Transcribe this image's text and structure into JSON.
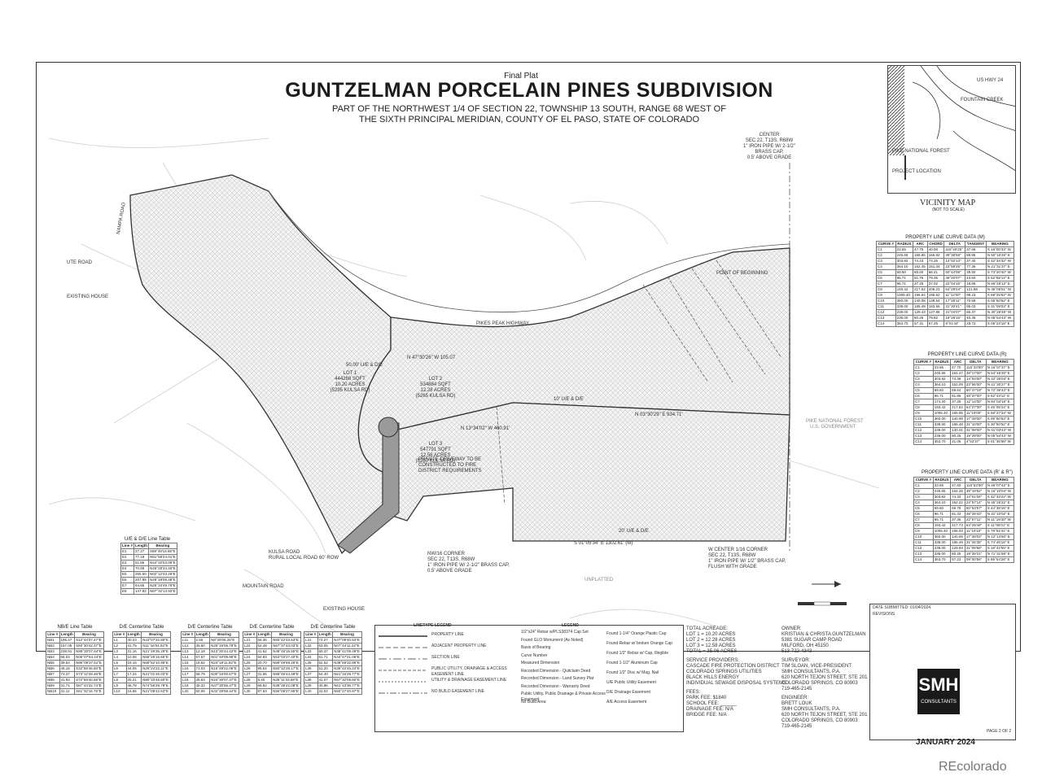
{
  "header": {
    "final_plat": "Final Plat",
    "title": "GUNTZELMAN PORCELAIN PINES SUBDIVISION",
    "subtitle_line1": "PART OF THE NORTHWEST 1/4 OF SECTION 22, TOWNSHIP 13 SOUTH, RANGE 68 WEST OF",
    "subtitle_line2": "THE SIXTH PRINCIPAL MERIDIAN, COUNTY OF EL PASO, STATE OF COLORADO"
  },
  "map_labels": {
    "pikes_peak_highway": "PIKES PEAK HIGHWAY",
    "point_of_beginning": "POINT OF BEGINNING",
    "lot1": "LOT 1",
    "lot1_sqft": "444268 SQFT",
    "lot1_acres": "10.20 ACRES",
    "lot1_addr": "(5295 KULSA RD)",
    "lot2": "LOT 2",
    "lot2_sqft": "534884 SQFT",
    "lot2_acres": "12.28 ACRES",
    "lot2_addr": "(5265 KULSA RD)",
    "lot3": "LOT 3",
    "lot3_sqft": "547791 SQFT",
    "lot3_acres": "12.58 ACRES",
    "lot3_addr": "(5260 KULSA RD)",
    "driveway1": "PRIVATE DRIVEWAY TO BE",
    "driveway2": "CONSTRUCTED TO FIRE",
    "driveway3": "DISTRICT REQUIREMENTS",
    "ute_road": "UTE ROAD",
    "existing_house": "EXISTING HOUSE",
    "existing_house2": "EXISTING HOUSE",
    "kulsa_road": "KULSA ROAD",
    "kulsa_sub": "RURAL LOCAL ROAD 60' ROW",
    "mountain_road": "MOUNTAIN ROAD",
    "nampa_road": "NAMPA ROAD",
    "center_label1": "CENTER",
    "center_label2": "SEC 22, T13S, R68W",
    "center_label3": "1\" IRON PIPE W/ 2-1/2\"",
    "center_label4": "BRASS CAP,",
    "center_label5": "0.5' ABOVE GRADE",
    "nw16_1": "NW/16 CORNER",
    "nw16_2": "SEC 22, T13S, R68W",
    "nw16_3": "1\" IRON PIPE W/ 2-1/2\" BRASS CAP,",
    "nw16_4": "0.5' ABOVE GRADE",
    "wcenter_1": "W CENTER 1/16 CORNER",
    "wcenter_2": "SEC 22, T13S, R68W",
    "wcenter_3": "1\" IRON PIPE W/ 1/2\" BRASS CAP,",
    "wcenter_4": "FLUSH WITH GRADE",
    "unplatted": "UNPLATTED",
    "pike_forest": "PIKE NATIONAL FOREST",
    "us_gov": "U.S. GOVERNMENT",
    "bearing_south": "S 01°05'34\" E  1302.61' (M)",
    "bearing_east": "N 03°30'29\" E  934.71'",
    "line_13": "N 13°34'02\" W  460.91'",
    "line_47": "N 47°30'26\" W  105.07",
    "ue_de": "20' U/E & D/E",
    "ue_de_50": "50.00' U/E & D/E",
    "ue_de_10": "10' U/E & D/E"
  },
  "vicinity": {
    "title": "VICINITY MAP",
    "scale": "(NOT TO SCALE)",
    "forest": "PIKE NATIONAL FOREST",
    "project": "PROJECT LOCATION",
    "road1": "FOUNTAIN CREEK",
    "road2": "US HWY 24"
  },
  "curve_table_m": {
    "title": "PROPERTY LINE CURVE DATA (M)",
    "headers": [
      "CURVE #",
      "RADIUS",
      "ARC",
      "CHORD",
      "DELTA",
      "TANGENT",
      "BEARING"
    ],
    "rows": [
      [
        "C1",
        "23.65",
        "47.75",
        "40.06",
        "115°40'25\"",
        "37.68",
        "S 16°00'33\" W"
      ],
      [
        "C2",
        "245.65",
        "168.86",
        "166.82",
        "39°38'58\"",
        "88.95",
        "N 50°16'26\" E"
      ],
      [
        "C3",
        "303.82",
        "74.43",
        "74.25",
        "14°02'13\"",
        "37.40",
        "S 42°34'32\" W"
      ],
      [
        "C4",
        "364.10",
        "152.45",
        "151.34",
        "23°59'25\"",
        "77.36",
        "N 21°31'37\" E"
      ],
      [
        "C5",
        "69.60",
        "68.60",
        "66.41",
        "60°44'08\"",
        "39.90",
        "S 73°20'40\" W"
      ],
      [
        "C6",
        "96.71",
        "61.76",
        "79.35",
        "46°20'07\"",
        "43.50",
        "S 62°55'12\" E"
      ],
      [
        "C7",
        "96.71",
        "37.25",
        "37.02",
        "22°04'15\"",
        "18.86",
        "N 66°45'12\" E"
      ],
      [
        "C8",
        "193.42",
        "217.62",
        "206.23",
        "64°28'04\"",
        "121.88",
        "N 45°06'51\" W"
      ],
      [
        "C9",
        "1005.40",
        "196.64",
        "195.52",
        "11°12'00\"",
        "98.23",
        "S 68°25'52\" W"
      ],
      [
        "C10",
        "360.00",
        "140.08",
        "139.54",
        "17°28'11\"",
        "70.59",
        "S 05°50'52\" E"
      ],
      [
        "C11",
        "338.00",
        "185.48",
        "183.56",
        "31°30'41\"",
        "95.03",
        "S 31°09'03\" E"
      ],
      [
        "C12",
        "239.00",
        "129.43",
        "127.86",
        "31°04'07\"",
        "66.37",
        "N 30°28'48\" W"
      ],
      [
        "C13",
        "236.00",
        "80.25",
        "79.82",
        "19°28'15\"",
        "40.45",
        "N 05°54'43\" W"
      ],
      [
        "C14",
        "363.70",
        "57.31",
        "57.25",
        "9°01'44\"",
        "28.72",
        "S 05°24'18\" E"
      ]
    ]
  },
  "curve_table_r": {
    "title": "PROPERTY LINE CURVE DATA (R)",
    "headers": [
      "CURVE #",
      "RADIUS",
      "ARC",
      "DELTA",
      "BEARING"
    ],
    "rows": [
      [
        "C1",
        "23.65",
        "47.70",
        "115°33'00\"",
        "N 16°07'37\" E"
      ],
      [
        "C2",
        "245.65",
        "164.27",
        "38°17'00\"",
        "N 54°45'30\" E"
      ],
      [
        "C3",
        "303.82",
        "74.36",
        "14°04'00\"",
        "N 42°35'03\" E"
      ],
      [
        "C4",
        "364.10",
        "152.09",
        "23°56'00\"",
        "N 21°30'27\" E"
      ],
      [
        "C5",
        "69.60",
        "69.64",
        "60°47'19\"",
        "N 72°36'43\" E"
      ],
      [
        "C6",
        "96.71",
        "81.85",
        "48°37'00\"",
        "S 62°43'11\" E"
      ],
      [
        "C7",
        "174.20",
        "37.29",
        "12°14'00\"",
        "N 84°04'18\" E"
      ],
      [
        "C8",
        "193.42",
        "217.62",
        "64°27'00\"",
        "S 45°05'24\" E"
      ],
      [
        "C9",
        "1005.40",
        "195.95",
        "11°10'00\"",
        "S 58°27'34\" W"
      ],
      [
        "C10",
        "360.00",
        "140.08",
        "17°28'00\"",
        "S 05°50'53\" E"
      ],
      [
        "C11",
        "338.00",
        "185.48",
        "31°10'00\"",
        "S 30°50'52\" E"
      ],
      [
        "C12",
        "239.00",
        "130.31",
        "31°08'00\"",
        "N 31°03'43\" W"
      ],
      [
        "C13",
        "236.00",
        "80.25",
        "19°28'00\"",
        "N 05°54'43\" W"
      ],
      [
        "C14",
        "363.70",
        "31.06",
        "4°53'37\"",
        "S 01°36'58\" W"
      ]
    ]
  },
  "curve_table_rr": {
    "title": "PROPERTY LINE CURVE DATA (R' & R'')",
    "headers": [
      "CURVE #",
      "RADIUS",
      "ARC",
      "DELTA",
      "BEARING"
    ],
    "rows": [
      [
        "C1",
        "23.65",
        "47.83",
        "115°53'00\"",
        "N 46°07'42\" E"
      ],
      [
        "C2",
        "245.65",
        "164.26",
        "38°18'52\"",
        "N 16°10'04\" W"
      ],
      [
        "C3",
        "303.82",
        "74.33",
        "14°01'04\"",
        "S 42°33'22\" W"
      ],
      [
        "C4",
        "364.10",
        "152.22",
        "23°57'14\"",
        "N 45°26'22\" E"
      ],
      [
        "C5",
        "69.60",
        "69.78",
        "60°53'57\"",
        "S 44°38'16\" E"
      ],
      [
        "C6",
        "96.71",
        "81.33",
        "48°28'43\"",
        "N 31°10'02\" E"
      ],
      [
        "C7",
        "96.71",
        "37.36",
        "22°07'11\"",
        "N 11°19'30\" W"
      ],
      [
        "C8",
        "193.42",
        "217.73",
        "64°29'49\"",
        "S 11°06'01\" E"
      ],
      [
        "C9",
        "1005.40",
        "196.03",
        "11°10'10\"",
        "S 78°52'41\" E"
      ],
      [
        "C10",
        "360.00",
        "140.06",
        "17°28'03\"",
        "N 12°14'50\" E"
      ],
      [
        "C11",
        "338.00",
        "185.49",
        "31°26'35\"",
        "S 74°46'16\" E"
      ],
      [
        "C12",
        "239.00",
        "129.93",
        "31°08'56\"",
        "S 19°42'55\" E"
      ],
      [
        "C13",
        "236.00",
        "80.25",
        "19°28'21\"",
        "N 71°31'58\" E"
      ],
      [
        "C14",
        "363.70",
        "57.23",
        "09°00'56\"",
        "S 66°54'28\" E"
      ]
    ]
  },
  "ue_table": {
    "title": "U/E & D/E Line Table",
    "headers": [
      "Line #",
      "Length",
      "Bearing"
    ],
    "rows": [
      [
        "E1",
        "27.27",
        "S89°48'16.86\"E"
      ],
      [
        "E2",
        "77.19",
        "N81°58'24.01\"E"
      ],
      [
        "E3",
        "51.86",
        "N44°32'03.05\"E"
      ],
      [
        "E4",
        "70.69",
        "N45°28'34.46\"E"
      ],
      [
        "E5",
        "255.50",
        "N02°12'33.26\"E"
      ],
      [
        "E6",
        "207.95",
        "N45°18'08.48\"E"
      ],
      [
        "E7",
        "64.65",
        "N25°34'49.76\"E"
      ],
      [
        "E8",
        "147.82",
        "N87°32'13.92\"E"
      ]
    ]
  },
  "small_tables": [
    {
      "title": "NB/E Line Table",
      "headers": [
        "Line #",
        "Length",
        "Bearing"
      ],
      "rows": [
        [
          "NB1",
          "195.47",
          "S12°44'37.47\"E"
        ],
        [
          "NB2",
          "157.05",
          "S50°30'42.37\"E"
        ],
        [
          "NB3",
          "238.91",
          "N89°30'07.64\"E"
        ],
        [
          "NB4",
          "66.03",
          "N06°07'54.44\"E"
        ],
        [
          "NB5",
          "39.54",
          "N86°09'37.51\"E"
        ],
        [
          "NB6",
          "46.18",
          "S32°58'46.60\"E"
        ],
        [
          "NB7",
          "73.37",
          "S73°12'28.46\"E"
        ],
        [
          "NB8",
          "41.93",
          "S72°59'40.56\"E"
        ],
        [
          "NB9",
          "31.71",
          "S67°44'32.74\"E"
        ],
        [
          "NB10",
          "31.11",
          "S61°32'16.76\"E"
        ]
      ]
    },
    {
      "title": "D/E Centerline Table",
      "headers": [
        "Line #",
        "Length",
        "Bearing"
      ],
      "rows": [
        [
          "L1",
          "40.23",
          "N43°07'32.80\"E"
        ],
        [
          "L2",
          "41.75",
          "N11°16'04.03\"E"
        ],
        [
          "L3",
          "31.16",
          "N21°49'36.29\"E"
        ],
        [
          "L4",
          "10.06",
          "N66°26'16.65\"E"
        ],
        [
          "L5",
          "19.15",
          "N68°52'10.95\"E"
        ],
        [
          "L6",
          "44.05",
          "N26°24'22.11\"E"
        ],
        [
          "L7",
          "17.24",
          "N21°01'45.03\"E"
        ],
        [
          "L8",
          "25.21",
          "N80°33'46.50\"E"
        ],
        [
          "L9",
          "46.78",
          "N74°56'29.79\"E"
        ],
        [
          "L10",
          "16.66",
          "N21°08'42.53\"E"
        ]
      ]
    },
    {
      "title": "D/E Centerline Table",
      "headers": [
        "Line #",
        "Length",
        "Bearing"
      ],
      "rows": [
        [
          "L11",
          "2.56",
          "N8°28'06.26\"E"
        ],
        [
          "L12",
          "36.60",
          "N29°16'06.78\"E"
        ],
        [
          "L13",
          "12.18",
          "N13°30'44.42\"E"
        ],
        [
          "L14",
          "57.67",
          "N01°40'08.98\"E"
        ],
        [
          "L15",
          "18.62",
          "N24°18'11.62\"E"
        ],
        [
          "L16",
          "71.03",
          "N15°49'22.06\"E"
        ],
        [
          "L17",
          "58.79",
          "N30°16'00.57\"E"
        ],
        [
          "L18",
          "39.63",
          "N24°30'07.37\"E"
        ],
        [
          "L19",
          "45.32",
          "N47°30'55.47\"E"
        ],
        [
          "L20",
          "50.06",
          "N42°28'58.44\"E"
        ]
      ]
    },
    {
      "title": "D/E Centerline Table",
      "headers": [
        "Line #",
        "Length",
        "Bearing"
      ],
      "rows": [
        [
          "L21",
          "56.35",
          "N55°42'43.53\"E"
        ],
        [
          "L22",
          "52.48",
          "N67°37'43.03\"E"
        ],
        [
          "L23",
          "41.62",
          "N48°48'16.55\"E"
        ],
        [
          "L24",
          "50.93",
          "N53°03'27.40\"E"
        ],
        [
          "L25",
          "20.70",
          "N59°49'59.28\"E"
        ],
        [
          "L26",
          "95.52",
          "N50°12'28.17\"E"
        ],
        [
          "L27",
          "31.65",
          "N58°46'44.49\"E"
        ],
        [
          "L28",
          "8.40",
          "N35°11'33.58\"E"
        ],
        [
          "L29",
          "66.92",
          "N38°36'42.08\"E"
        ],
        [
          "L30",
          "87.63",
          "N56°06'27.95\"E"
        ]
      ]
    },
    {
      "title": "D/E Centerline Table",
      "headers": [
        "Line #",
        "Length",
        "Bearing"
      ],
      "rows": [
        [
          "L31",
          "72.27",
          "N47°09'40.53\"E"
        ],
        [
          "L32",
          "63.05",
          "N07°44'11.22\"E"
        ],
        [
          "L33",
          "60.37",
          "N38°41'09.49\"E"
        ],
        [
          "L34",
          "61.71",
          "N44°47'21.06\"E"
        ],
        [
          "L35",
          "52.52",
          "N38°59'32.86\"E"
        ],
        [
          "L36",
          "51.20",
          "N36°42'45.24\"E"
        ],
        [
          "L37",
          "54.40",
          "N61°16'28.77\"E"
        ],
        [
          "L38",
          "41.07",
          "N57°32'09.92\"E"
        ],
        [
          "L39",
          "40.86",
          "N61°43'36.77\"E"
        ],
        [
          "L40",
          "22.02",
          "N60°27'40.97\"E"
        ]
      ]
    }
  ],
  "legend": {
    "linetype_title": "LINETYPE LEGEND",
    "linetypes": [
      "PROPERTY LINE",
      "ADJACENT PROPERTY LINE",
      "SECTION LINE",
      "PUBLIC UTILITY, DRAINAGE & ACCESS EASEMENT LINE",
      "UTILITY & DRAINAGE EASEMENT LINE",
      "NO BUILD EASEMENT LINE"
    ],
    "legend_title": "LEGEND",
    "items": [
      "1/2\"x24\" Rebar w/PLS38374 Cap Set",
      "Found GLO Monument (As Noted)",
      "Basis of Bearing",
      "Curve Number",
      "Measured Dimension",
      "Recorded Dimension - Quitclaim Deed",
      "Recorded Dimension - Land Survey Plat",
      "Recorded Dimension - Warranty Deed",
      "Public Utility, Public Drainage & Private Access Easement",
      "No Build Area"
    ],
    "items_right": [
      "Found 1-1/4\" Orange Plastic Cap",
      "Found Rebar w/ broken Orange Cap",
      "Found 1/2\" Rebar w/ Cap, Illegible",
      "Found 1-1/2\" Aluminum Cap",
      "Found 1/2\" Disc w/ Mag. Nail",
      "U/E Public Utility Easement",
      "D/E Drainage Easement",
      "A/E Access Easement"
    ]
  },
  "info": {
    "total_acreage": "TOTAL ACREAGE:",
    "lot1_ac": "LOT 1 = 10.20 ACRES",
    "lot2_ac": "LOT 2 = 12.28 ACRES",
    "lot3_ac": "LOT 3 = 12.58 ACRES",
    "total_ac": "TOTAL = 35.06 ACRES",
    "providers_title": "SERVICE PROVIDERS:",
    "providers": [
      "CASCADE FIRE PROTECTION DISTRICT",
      "COLORADO SPRINGS UTILITIES",
      "BLACK HILLS ENERGY",
      "INDIVIDUAL SEWAGE DISPOSAL SYSTEMS"
    ],
    "fees_title": "FEES:",
    "fees": [
      "PARK FEE: $1840",
      "SCHOOL FEE: ______",
      "DRAINAGE FEE: N/A",
      "BRIDGE FEE: N/A"
    ]
  },
  "owners": {
    "owner_title": "OWNER:",
    "owner_lines": [
      "KRISTIAN & CHRISTA GUNTZELMAN",
      "5381 SUGAR CAMP ROAD",
      "MILFORD, OH 45150",
      "513-722-4343"
    ],
    "surveyor_title": "SURVEYOR:",
    "surveyor_lines": [
      "TIM SLOAN, VICE-PRESIDENT",
      "SMH CONSULTANTS, P.A.",
      "620 NORTH TEJON STREET, STE 201",
      "COLORADO SPRINGS, CO 80903",
      "719-465-2145"
    ],
    "engineer_title": "ENGINEER:",
    "engineer_lines": [
      "BRETT LOUK",
      "SMH CONSULTANTS, P.A.",
      "620 NORTH TEJON STREET, STE 201",
      "COLORADO SPRINGS, CO 80903",
      "719-465-2145"
    ]
  },
  "title_block": {
    "date_submitted": "DATE SUBMITTED: 01/04/2024",
    "revisions": "REVISIONS",
    "company": "SMH",
    "company_sub": "CONSULTANTS",
    "date": "JANUARY 2024",
    "page": "PAGE 2 OF 2",
    "watermark": "REcolorado"
  }
}
